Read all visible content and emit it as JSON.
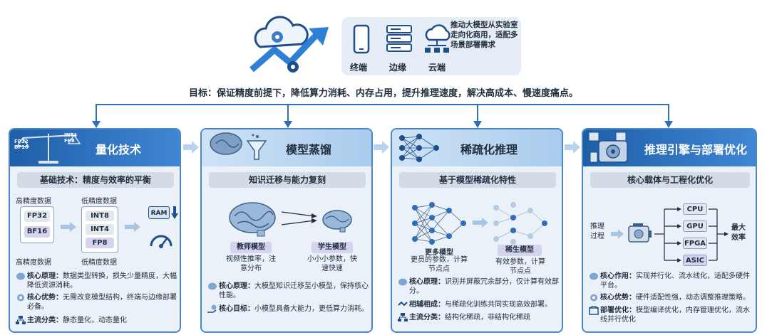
{
  "hero": {
    "devices": [
      "终端",
      "边缘",
      "云端"
    ],
    "description": "推动大模型从实验室走向化商用，适配多场景部署需求"
  },
  "goal": "目标：保证精度前提下，降低算力消耗、内存占用，提升推理速度，解决高成本、慢速度痛点。",
  "cards": [
    {
      "title": "量化技术",
      "badge_left": "FP32 BF16",
      "badge_right": "INT4 FP8",
      "subtitle": "基础技术：精度与效率的平衡",
      "high_label": "高精度数据",
      "low_label": "低精度数据",
      "high_items": [
        "FP32",
        "BF16"
      ],
      "low_items": [
        "INT8",
        "INT4",
        "FP8"
      ],
      "ram": "RAM",
      "bullets": [
        {
          "label": "核心原理：",
          "text": "数据类型转换，损失少量精度，大幅降低资源消耗。"
        },
        {
          "label": "核心优势：",
          "text": "无需改变模型结构，终端与边缘部署必备。"
        },
        {
          "label": "主流分类：",
          "text": "静态量化，动态量化"
        }
      ]
    },
    {
      "title": "模型蒸馏",
      "subtitle": "知识迁移与能力复刻",
      "teacher": "教师模型",
      "teacher_desc": "视频性推率，注意分布",
      "student": "学生模型",
      "student_desc": "小小小参数，快速快速",
      "bullets": [
        {
          "label": "核心原理：",
          "text": "大模型知识迁移至小模型，保持核心性能。"
        },
        {
          "label": "核心目标：",
          "text": "小模型具备大能力，更低算力消耗。"
        }
      ]
    },
    {
      "title": "稀疏化推理",
      "subtitle": "基于模型稀疏化特性",
      "more": "更多模型",
      "more_desc": "更员的参数，计算节点点",
      "sparse": "稀生模型",
      "sparse_desc": "有效参数，计算节点点",
      "bullets": [
        {
          "label": "核心原理：",
          "text": "识别并屏蔽冗余部分，仅计算有效部分。"
        },
        {
          "label": "相辅相成：",
          "text": "与稀疏化训练共同实现高效部署。"
        },
        {
          "label": "主流分类：",
          "text": "结构化稀疏，非结构化稀疏"
        }
      ]
    },
    {
      "title": "推理引擎与部署优化",
      "subtitle": "核心载体与工程化优化",
      "input": "推理过程",
      "chips": [
        "CPU",
        "GPU",
        "FPGA",
        "ASIC"
      ],
      "output": "最大效率",
      "bullets": [
        {
          "label": "核心作用：",
          "text": "实现并行化、流水线化，适配多硬件平台。"
        },
        {
          "label": "核心优势：",
          "text": "硬件适配性强，动态调整推理策略。"
        },
        {
          "label": "部署优化：",
          "text": "模型编译优化，内存管理优化，流水线并行优化"
        }
      ]
    }
  ],
  "colors": {
    "primary": "#1f5fa8",
    "line": "#2f6fb3",
    "card_bg": "#eaf1f9",
    "chip": "#d6d3f0"
  }
}
